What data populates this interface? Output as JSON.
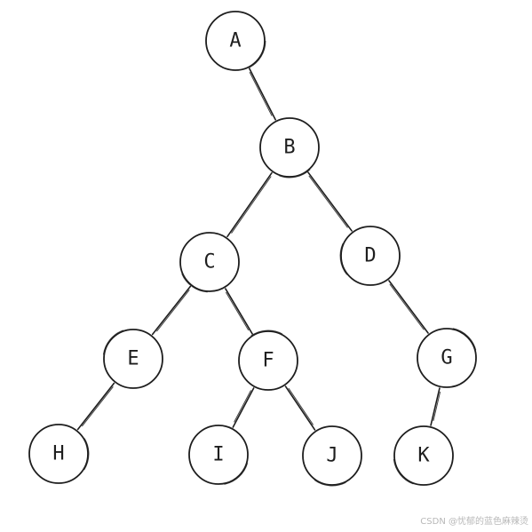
{
  "nodes": [
    {
      "id": "A",
      "label": "A"
    },
    {
      "id": "B",
      "label": "B"
    },
    {
      "id": "C",
      "label": "C"
    },
    {
      "id": "D",
      "label": "D"
    },
    {
      "id": "E",
      "label": "E"
    },
    {
      "id": "F",
      "label": "F"
    },
    {
      "id": "G",
      "label": "G"
    },
    {
      "id": "H",
      "label": "H"
    },
    {
      "id": "I",
      "label": "I"
    },
    {
      "id": "J",
      "label": "J"
    },
    {
      "id": "K",
      "label": "K"
    }
  ],
  "edges": [
    {
      "from": "A",
      "to": "B"
    },
    {
      "from": "B",
      "to": "C"
    },
    {
      "from": "B",
      "to": "D"
    },
    {
      "from": "C",
      "to": "E"
    },
    {
      "from": "C",
      "to": "F"
    },
    {
      "from": "E",
      "to": "H"
    },
    {
      "from": "F",
      "to": "I"
    },
    {
      "from": "F",
      "to": "J"
    },
    {
      "from": "D",
      "to": "G"
    },
    {
      "from": "G",
      "to": "K"
    }
  ],
  "watermark": "CSDN @忧郁的蓝色麻辣烫",
  "colors": {
    "stroke": "#1e1e1e",
    "background": "#ffffff",
    "watermark": "#b8b8b8"
  }
}
